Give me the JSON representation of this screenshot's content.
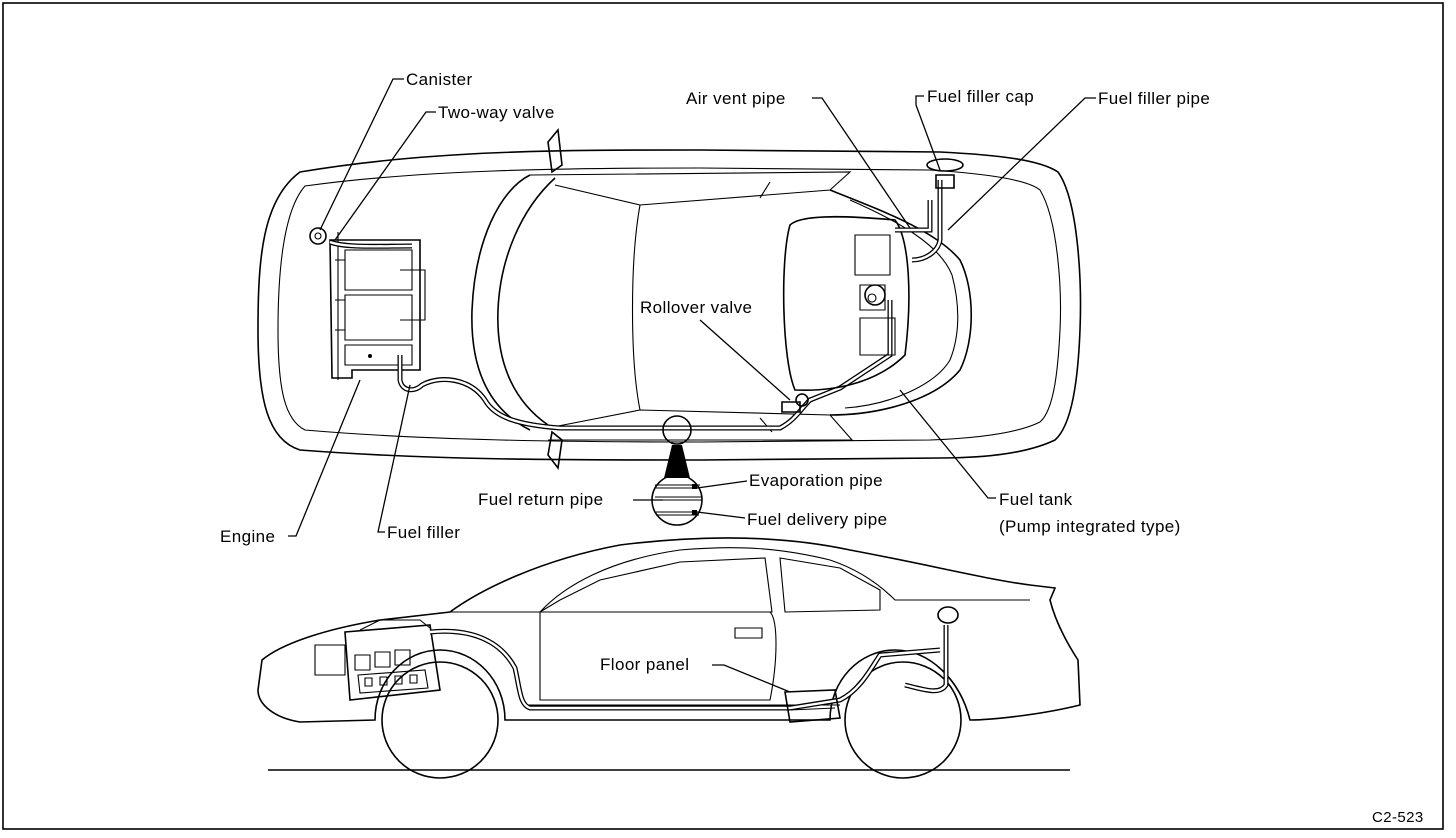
{
  "labels": {
    "canister": "Canister",
    "two_way_valve": "Two-way valve",
    "air_vent_pipe": "Air vent pipe",
    "fuel_filler_cap": "Fuel filler cap",
    "fuel_filler_pipe": "Fuel filler pipe",
    "rollover_valve": "Rollover valve",
    "evaporation_pipe": "Evaporation pipe",
    "fuel_return_pipe": "Fuel return pipe",
    "fuel_delivery_pipe": "Fuel delivery pipe",
    "fuel_tank": "Fuel tank",
    "fuel_tank_note": "(Pump integrated type)",
    "engine": "Engine",
    "fuel_filler": "Fuel filler",
    "floor_panel": "Floor panel"
  },
  "figure_code": "C2-523"
}
